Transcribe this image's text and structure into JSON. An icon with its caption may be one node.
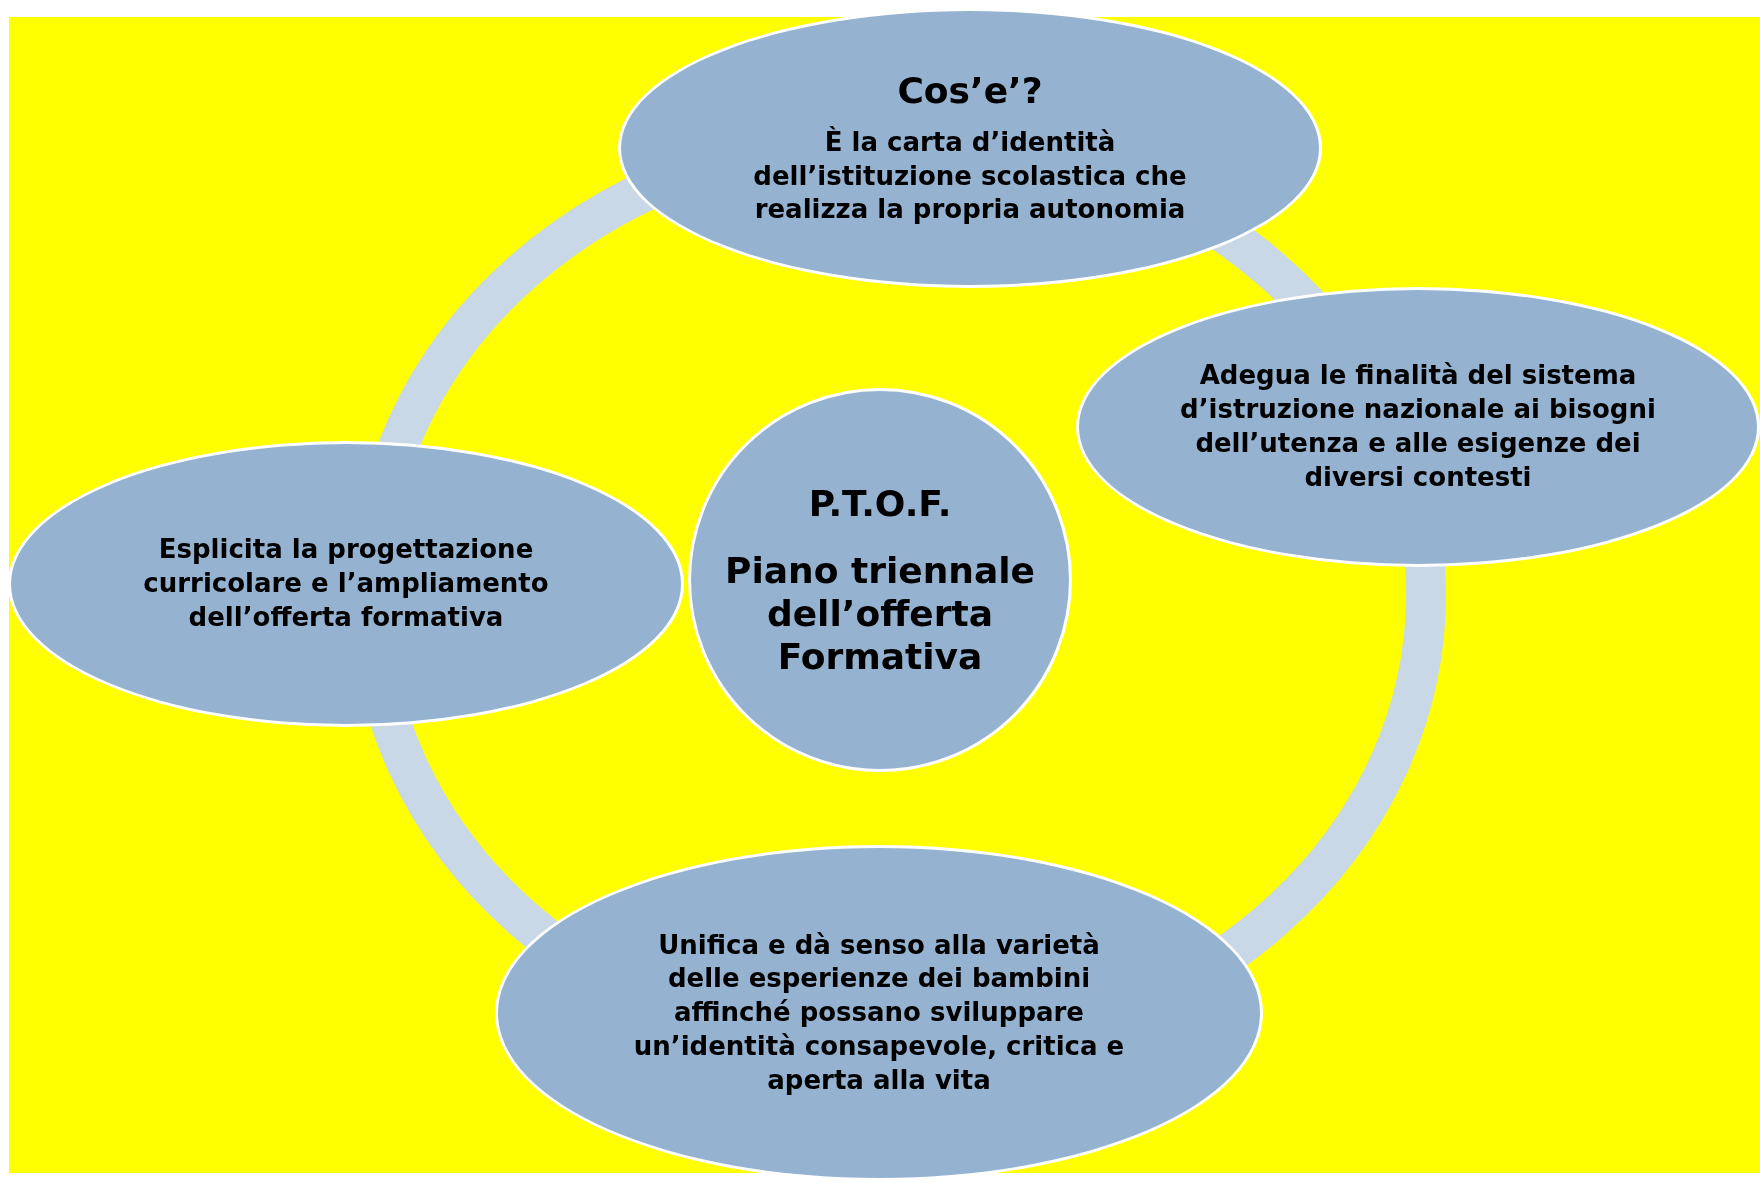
{
  "diagram": {
    "nodes": [
      {
        "text": [
          "Cos’e’?",
          "È la carta d’identità dell’istituzione scolastica che realizza la propria autonomia"
        ]
      },
      {
        "text": [
          "Adegua le finalità del sistema d’istruzione nazionale ai bisogni dell’utenza e alle esigenze dei diversi contesti"
        ]
      },
      {
        "text": [
          "P.T.O.F.",
          "Piano triennale dell’offerta Formativa"
        ]
      },
      {
        "text": [
          "Esplicita la progettazione curricolare e l’ampliamento dell’offerta formativa"
        ]
      },
      {
        "text": [
          "Unifica e dà senso alla varietà delle esperienze dei bambini affinché possano sviluppare un’identità consapevole, critica e aperta alla vita"
        ]
      }
    ]
  }
}
